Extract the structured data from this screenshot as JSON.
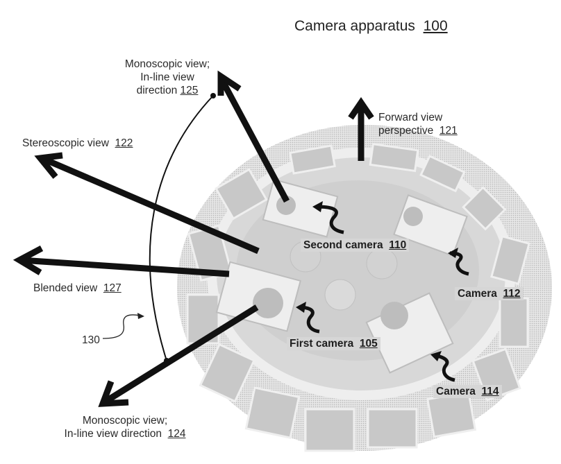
{
  "figure": {
    "title": {
      "text": "Camera apparatus",
      "ref": "100"
    },
    "labels": {
      "mono125": {
        "line1": "Monoscopic view;",
        "line2": "In-line view",
        "line3": "direction",
        "ref": "125"
      },
      "forward121": {
        "line1": "Forward view",
        "line2": "perspective",
        "ref": "121"
      },
      "stereo122": {
        "text": "Stereoscopic view",
        "ref": "122"
      },
      "blended127": {
        "text": "Blended view",
        "ref": "127"
      },
      "arc130": {
        "text": "130"
      },
      "mono124": {
        "line1": "Monoscopic view;",
        "line2": "In-line view direction",
        "ref": "124"
      },
      "cam110": {
        "text": "Second camera",
        "ref": "110"
      },
      "cam112": {
        "text": "Camera",
        "ref": "112"
      },
      "cam105": {
        "text": "First camera",
        "ref": "105"
      },
      "cam114": {
        "text": "Camera",
        "ref": "114"
      }
    },
    "colors": {
      "arrow": "#111111",
      "apparatus_light": "#e2e2e2",
      "apparatus_mid": "#c4c4c4",
      "apparatus_dark": "#a8a8a8",
      "label_bg": "#d6d6d6"
    }
  }
}
